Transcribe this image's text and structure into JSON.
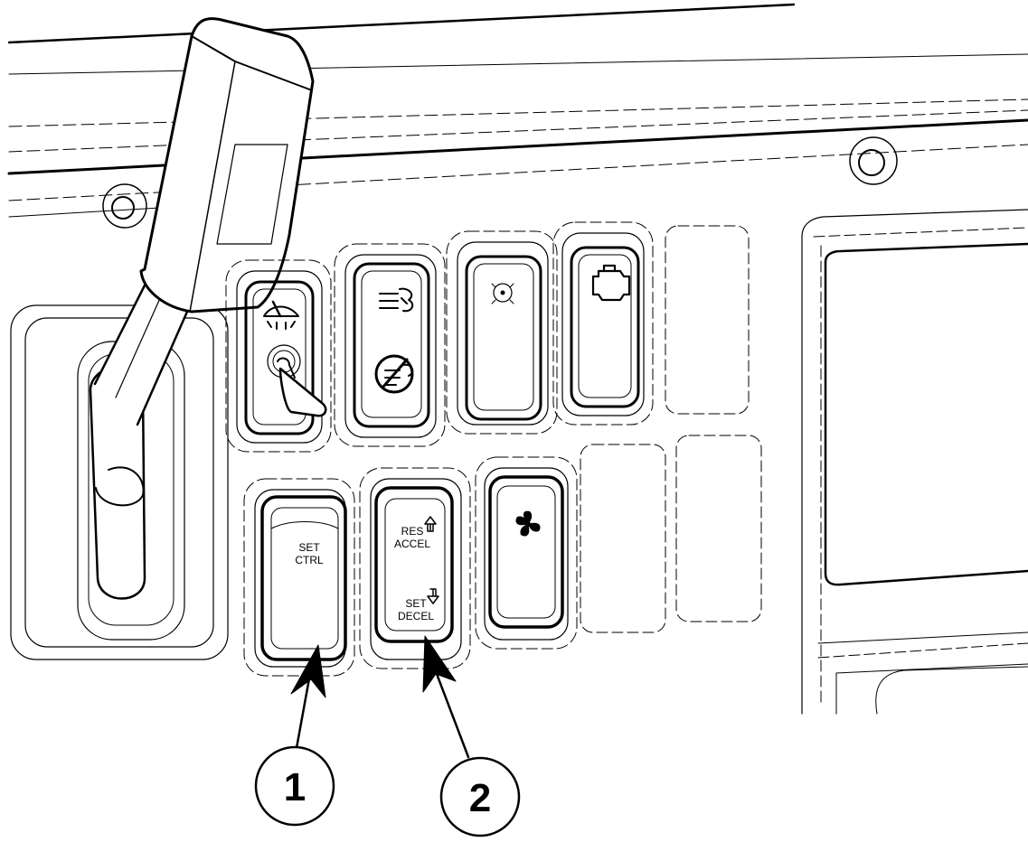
{
  "switches": {
    "set_ctrl": {
      "line1": "SET",
      "line2": "CTRL"
    },
    "res_accel": {
      "line1": "RES",
      "line2": "ACCEL"
    },
    "set_decel": {
      "line1": "SET",
      "line2": "DECEL"
    }
  },
  "callouts": [
    {
      "number": "1"
    },
    {
      "number": "2"
    }
  ],
  "icons": [
    "wiper-washer-icon",
    "rear-defog-icon",
    "rear-defog-off-icon",
    "light-dot-icon",
    "engine-icon",
    "fan-icon"
  ],
  "line_color": "#000000",
  "background_color": "#ffffff"
}
